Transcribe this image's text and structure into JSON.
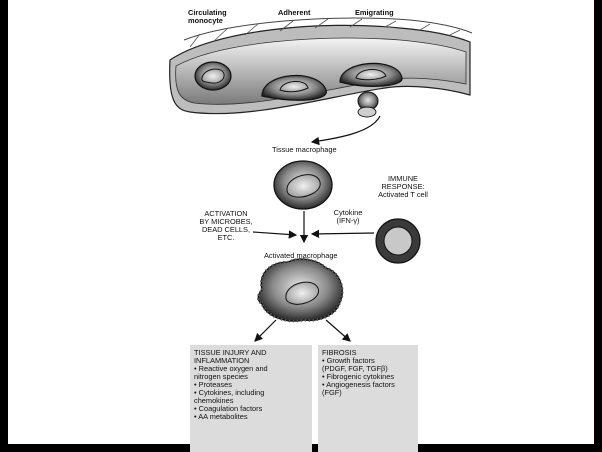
{
  "vessel": {
    "circulating": "Circulating\nmonocyte",
    "adherent": "Adherent",
    "emigrating": "Emigrating"
  },
  "tissue_macrophage": "Tissue macrophage",
  "immune_response": "IMMUNE\nRESPONSE:\nActivated T cell",
  "cytokine": "Cytokine\n(IFN-γ)",
  "activation": "ACTIVATION\nBY MICROBES,\nDEAD CELLS,\nETC.",
  "activated_macrophage": "Activated macrophage",
  "injury_box": {
    "title": "TISSUE INJURY AND\nINFLAMMATION",
    "items": [
      "• Reactive oxygen and\n   nitrogen species",
      "• Proteases",
      "• Cytokines, including\n   chemokines",
      "• Coagulation factors",
      "• AA metabolites"
    ]
  },
  "fibrosis_box": {
    "title": "FIBROSIS",
    "items": [
      "• Growth factors\n   (PDGF, FGF, TGFβ)",
      "• Fibrogenic cytokines",
      "• Angiogenesis factors\n   (FGF)"
    ]
  }
}
